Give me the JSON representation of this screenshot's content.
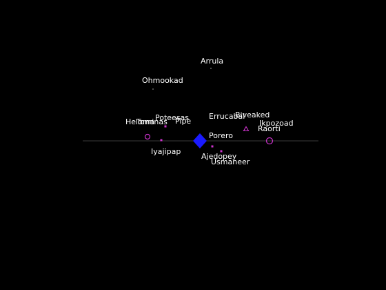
{
  "scene": {
    "background_color": "#000000",
    "horizon_color": "#3a3a3a",
    "label_color": "#ffffff",
    "marker_color": "#cc33cc",
    "player_color": "#1a1aff"
  },
  "player": {
    "icon": "diamond-icon"
  },
  "objects": [
    {
      "label": "Arrula",
      "marker": "dot"
    },
    {
      "label": "Ohmookad",
      "marker": "dot"
    },
    {
      "label": "Poteesas",
      "marker": "square"
    },
    {
      "label": "Heloma",
      "marker": "none"
    },
    {
      "label": "Tominas",
      "marker": "circle"
    },
    {
      "label": "Pipe",
      "marker": "none"
    },
    {
      "label": "Errucabal",
      "marker": "none"
    },
    {
      "label": "Biveaked",
      "marker": "triangle"
    },
    {
      "label": "Ikpozoad",
      "marker": "none"
    },
    {
      "label": "Raorti",
      "marker": "circle"
    },
    {
      "label": "Porero",
      "marker": "square"
    },
    {
      "label": "Iyajipap",
      "marker": "square"
    },
    {
      "label": "Ajedopey",
      "marker": "square"
    },
    {
      "label": "Usmaneer",
      "marker": "none"
    }
  ]
}
